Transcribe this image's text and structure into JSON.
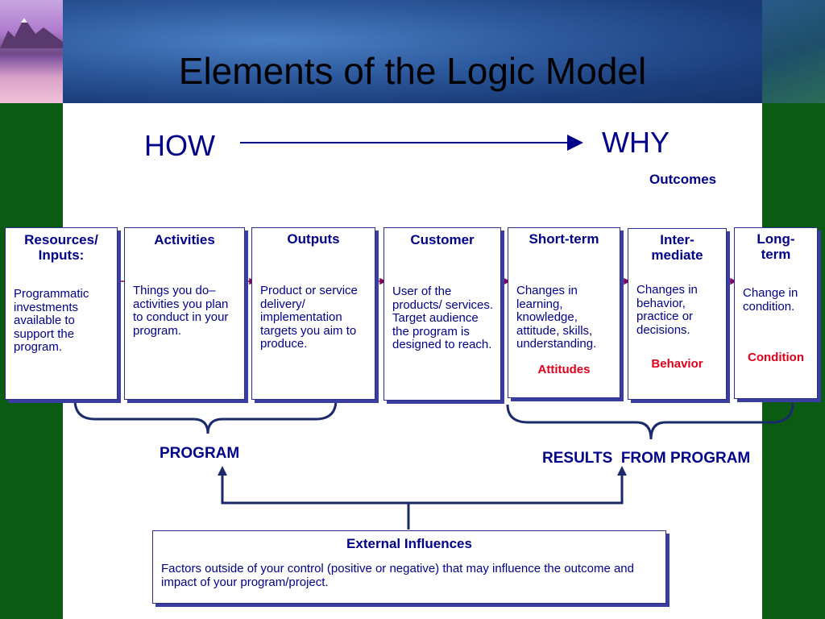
{
  "title": "Elements of the Logic Model",
  "how_label": "HOW",
  "why_label": "WHY",
  "outcomes_label": "Outcomes",
  "boxes": [
    {
      "title": "Resources/ Inputs:",
      "body": "Programmatic investments available to support the program.",
      "accent": ""
    },
    {
      "title": "Activities",
      "body": "Things you do– activities you plan to conduct in your program.",
      "accent": ""
    },
    {
      "title": "Outputs",
      "body": "Product or service delivery/ implementation targets you aim to produce.",
      "accent": ""
    },
    {
      "title": "Customer",
      "body": "User of the products/ services. Target audience the program is designed to reach.",
      "accent": ""
    },
    {
      "title": "Short-term",
      "body": "Changes in learning, knowledge, attitude, skills, understanding.",
      "accent": "Attitudes"
    },
    {
      "title": "Inter-mediate",
      "body": "Changes in behavior, practice or decisions.",
      "accent": "Behavior"
    },
    {
      "title": "Long-term",
      "body": "Change in condition.",
      "accent": "Condition"
    }
  ],
  "program_label": "PROGRAM",
  "results_label": "RESULTS  FROM PROGRAM",
  "external": {
    "title": "External Influences",
    "body": "Factors outside of your control (positive or negative) that may influence the outcome and impact of your program/project."
  },
  "colors": {
    "text_blue": "#00008b",
    "accent_red": "#e0001a",
    "bg_green": "#0b5c12",
    "arrow_purple": "#800060"
  }
}
